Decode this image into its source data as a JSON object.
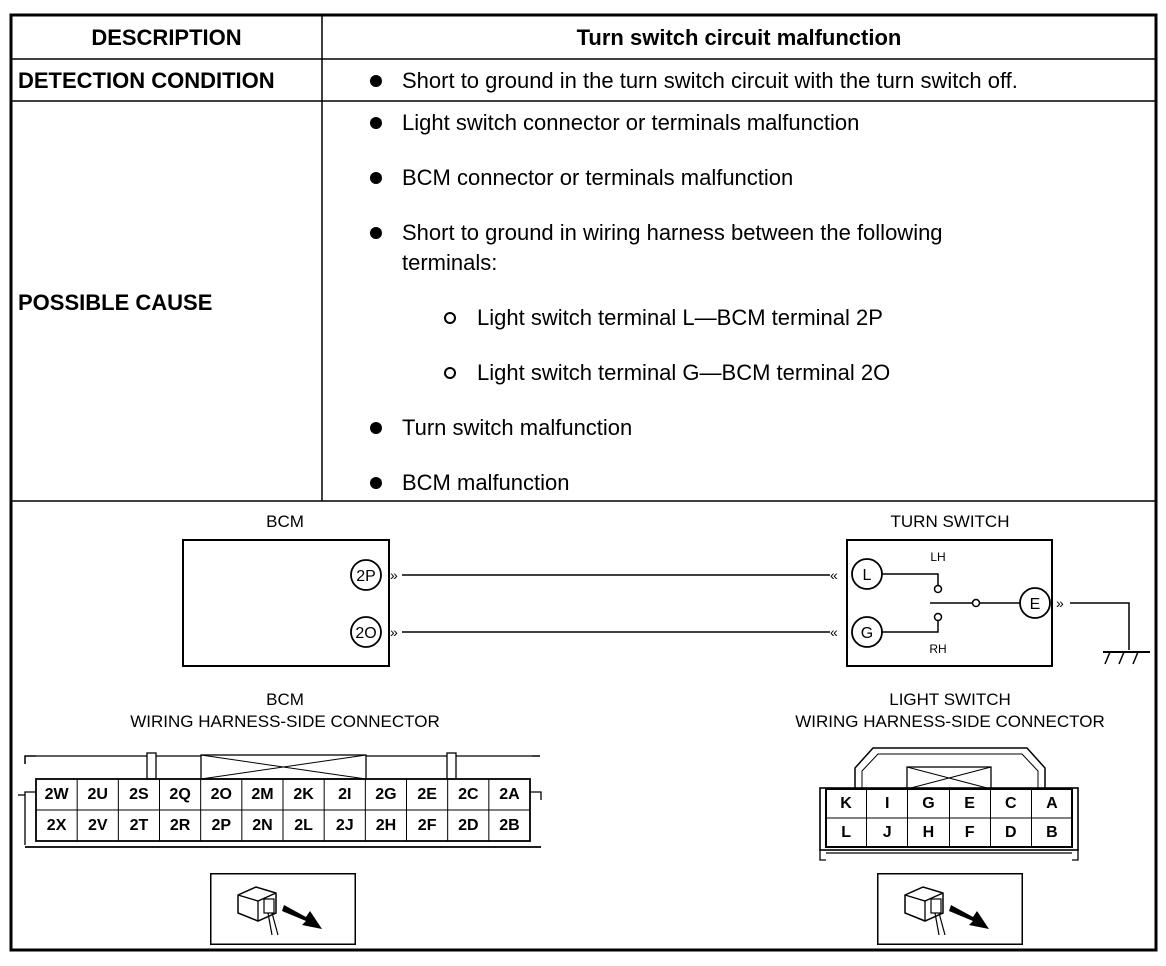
{
  "table": {
    "header": {
      "left": "DESCRIPTION",
      "right": "Turn switch circuit malfunction"
    },
    "detection": {
      "label": "DETECTION CONDITION",
      "text": "Short to ground in the turn switch circuit with the turn switch off."
    },
    "possible_cause": {
      "label": "POSSIBLE CAUSE",
      "items": [
        "Light switch connector or terminals malfunction",
        "BCM connector or terminals malfunction",
        "Short to ground in wiring harness between the following",
        "terminals:",
        "Light switch terminal L—BCM terminal 2P",
        "Light switch terminal G—BCM terminal 2O",
        "Turn switch malfunction",
        "BCM malfunction"
      ]
    }
  },
  "diagram": {
    "bcm_title": "BCM",
    "turn_switch_title": "TURN SWITCH",
    "bcm_terminals": [
      "2P",
      "2O"
    ],
    "switch_terminals": [
      "L",
      "G",
      "E"
    ],
    "switch_positions": [
      "LH",
      "RH"
    ],
    "bcm_connector": {
      "title_line1": "BCM",
      "title_line2": "WIRING HARNESS-SIDE CONNECTOR",
      "top_row": [
        "2W",
        "2U",
        "2S",
        "2Q",
        "2O",
        "2M",
        "2K",
        "2I",
        "2G",
        "2E",
        "2C",
        "2A"
      ],
      "bottom_row": [
        "2X",
        "2V",
        "2T",
        "2R",
        "2P",
        "2N",
        "2L",
        "2J",
        "2H",
        "2F",
        "2D",
        "2B"
      ]
    },
    "light_connector": {
      "title_line1": "LIGHT SWITCH",
      "title_line2": "WIRING HARNESS-SIDE CONNECTOR",
      "top_row": [
        "K",
        "I",
        "G",
        "E",
        "C",
        "A"
      ],
      "bottom_row": [
        "L",
        "J",
        "H",
        "F",
        "D",
        "B"
      ]
    },
    "icons": [
      "connector-probe-icon",
      "connector-probe-icon"
    ]
  }
}
